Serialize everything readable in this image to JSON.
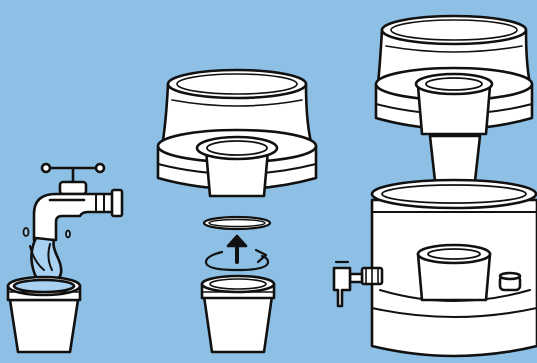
{
  "illustration": {
    "steps": [
      {
        "id": "step-1",
        "description_icon": "faucet-icon"
      },
      {
        "id": "step-2",
        "description_icon": "rotate-arrow-icon"
      },
      {
        "id": "step-3",
        "description_icon": "water-dispenser-icon"
      }
    ]
  },
  "colors": {
    "background": "#8ec0e6",
    "outline": "#111111",
    "fill": "#ffffff",
    "water": "#a9d2f2"
  }
}
